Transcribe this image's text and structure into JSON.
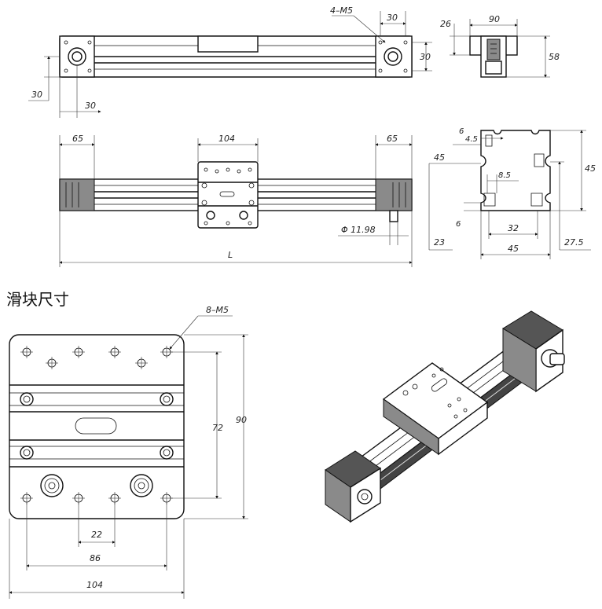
{
  "section_title": "滑块尺寸",
  "dimensions": {
    "top_view": {
      "thread": "4–M5",
      "end_width": "30",
      "side_height": "30",
      "left_offset": "30",
      "bottom_offset": "30"
    },
    "end_view_top": {
      "width": "90",
      "offset": "26",
      "height": "58"
    },
    "front_view": {
      "left_end": "65",
      "carriage_width": "104",
      "right_end": "65",
      "shaft_dia": "Φ 11.98",
      "length": "L"
    },
    "profile": {
      "a": "6",
      "b": "4.5",
      "c": "45",
      "d": "8.5",
      "e": "6",
      "f": "23",
      "g": "32",
      "h": "45",
      "i": "45",
      "j": "27.5"
    },
    "slider": {
      "thread": "8–M5",
      "hole_span_v": "72",
      "height": "90",
      "hole_pitch": "22",
      "hole_span_h": "86",
      "width": "104"
    }
  }
}
